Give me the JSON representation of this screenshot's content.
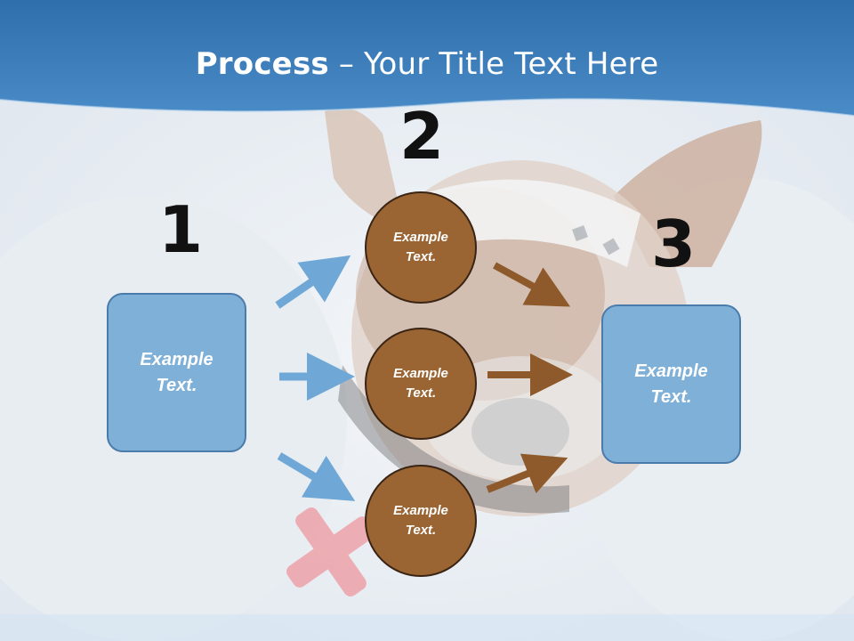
{
  "title": {
    "bold": "Process",
    "rest": " – Your Title Text Here"
  },
  "steps": {
    "one": "1",
    "two": "2",
    "three": "3"
  },
  "left_box": {
    "line1": "Example",
    "line2": "Text."
  },
  "right_box": {
    "line1": "Example",
    "line2": "Text."
  },
  "circles": [
    {
      "line1": "Example",
      "line2": "Text."
    },
    {
      "line1": "Example",
      "line2": "Text."
    },
    {
      "line1": "Example",
      "line2": "Text."
    }
  ],
  "colors": {
    "header": "#3a7fbf",
    "box_fill": "#7fb0d8",
    "circle_fill": "#9a6533",
    "blue_arrow": "#6fa8d6",
    "brown_arrow": "#8e5a2b"
  },
  "background": "photo-of-bandaged-dog"
}
